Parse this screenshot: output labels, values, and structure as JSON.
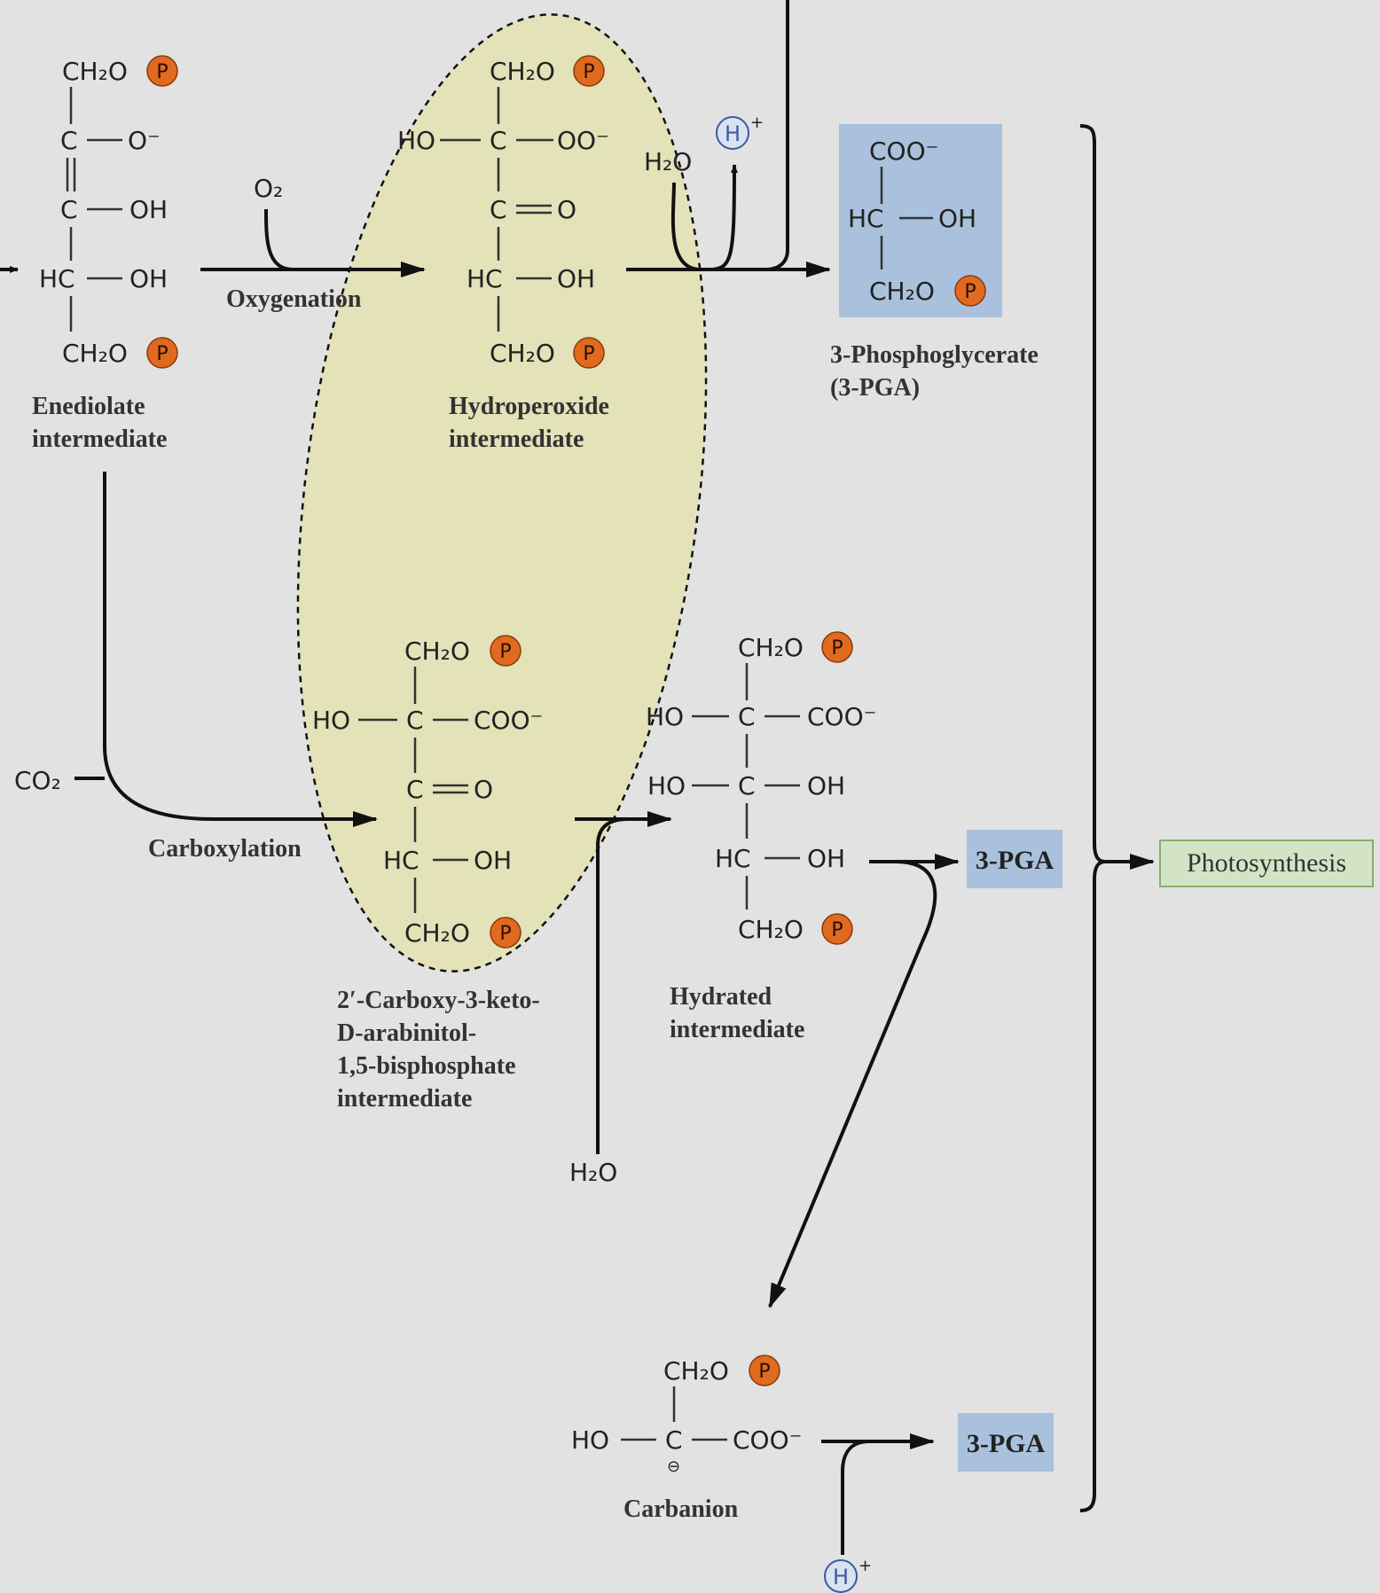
{
  "colors": {
    "background": "#e2e2e2",
    "highlight_ellipse": "#e3e2b8",
    "phosphate": "#e06a20",
    "proton": "#3a5aa0",
    "pga_box": "#a9c1dc",
    "photosynthesis_box": "#d3e4c4"
  },
  "enediolate": {
    "top": "CH₂O",
    "r1_left": "C",
    "r1_right": "O⁻",
    "r2_left": "C",
    "r2_right": "OH",
    "r3_left": "HC",
    "r3_right": "OH",
    "bottom": "CH₂O",
    "name_line1": "Enediolate",
    "name_line2": "intermediate"
  },
  "hydroperoxide": {
    "top": "CH₂O",
    "r1_left": "HO",
    "r1_mid": "C",
    "r1_right": "OO⁻",
    "r2_mid": "C",
    "r2_right": "O",
    "r3_left": "HC",
    "r3_right": "OH",
    "bottom": "CH₂O",
    "name_line1": "Hydroperoxide",
    "name_line2": "intermediate"
  },
  "pga_top": {
    "top": "COO⁻",
    "mid_left": "HC",
    "mid_right": "OH",
    "bottom": "CH₂O",
    "name_line1": "3-Phosphoglycerate",
    "name_line2": "(3-PGA)"
  },
  "keto": {
    "top": "CH₂O",
    "r1_left": "HO",
    "r1_mid": "C",
    "r1_right": "COO⁻",
    "r2_mid": "C",
    "r2_right": "O",
    "r3_left": "HC",
    "r3_right": "OH",
    "bottom": "CH₂O",
    "name_line1": "2′-Carboxy-3-keto-",
    "name_line2": "D-arabinitol-",
    "name_line3": "1,5-bisphosphate",
    "name_line4": "intermediate"
  },
  "hydrated": {
    "top": "CH₂O",
    "r1_left": "HO",
    "r1_mid": "C",
    "r1_right": "COO⁻",
    "r2_left": "HO",
    "r2_mid": "C",
    "r2_right": "OH",
    "r3_left": "HC",
    "r3_right": "OH",
    "bottom": "CH₂O",
    "name_line1": "Hydrated",
    "name_line2": "intermediate"
  },
  "carbanion": {
    "top": "CH₂O",
    "left": "HO",
    "mid": "C",
    "right": "COO⁻",
    "charge": "⊖",
    "name": "Carbanion"
  },
  "reagents": {
    "o2": "O₂",
    "co2": "CO₂",
    "h2o_top": "H₂O",
    "h2o_bottom": "H₂O",
    "h_plus_symbol": "H",
    "h_plus_charge": "+",
    "phosphate": "P"
  },
  "steps": {
    "oxygenation": "Oxygenation",
    "carboxylation": "Carboxylation"
  },
  "outputs": {
    "pga_mid": "3-PGA",
    "pga_low": "3-PGA",
    "photosynthesis": "Photosynthesis"
  }
}
